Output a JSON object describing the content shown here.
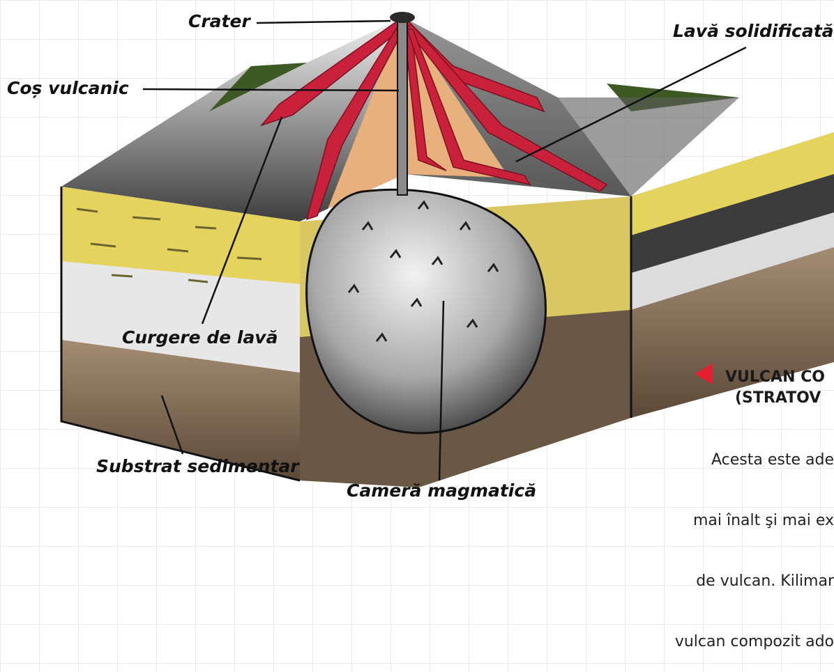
{
  "labels": {
    "crater": "Crater",
    "lava_solidified": "Lavă solidificată",
    "chimney": "Coș vulcanic",
    "lava_flow": "Curgere de lavă",
    "sedimentary": "Substrat sedimentar",
    "magma_chamber": "Cameră magmatică"
  },
  "sidebar": {
    "title_line1": "VULCAN CO",
    "title_line2": "(STRATOV",
    "text_line1": "Acesta este ade",
    "text_line2": "mai înalt şi mai ex",
    "text_line3": "de vulcan. Kilimar",
    "text_line4": "vulcan compozit ado"
  },
  "colors": {
    "accent": "#e3202f",
    "lava": "#c9213b",
    "ash": "#e8b07c",
    "sand_layer": "#e4d35d",
    "rock_dark": "#3b3b3b",
    "soil": "#6e5a45"
  }
}
